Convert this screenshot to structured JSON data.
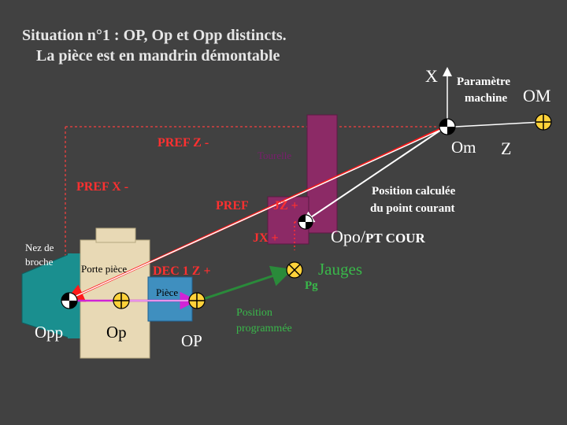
{
  "title": {
    "line1": "Situation n°1  : OP, Op et Opp distincts.",
    "line2": "La pièce est en mandrin démontable"
  },
  "labels": {
    "x_axis": "X",
    "z_axis": "Z",
    "parametre": "Paramètre",
    "machine": "machine",
    "om_big": "OM",
    "om_small": "Om",
    "pref_z": "PREF Z -",
    "pref_x": "PREF X -",
    "pref": "PREF",
    "tourelle": "Tourelle",
    "jz": "JZ +",
    "jx": "JX +",
    "position_calculee_1": "Position calculée",
    "position_calculee_2": "du point courant",
    "opo": "Opo/",
    "pt_cour": "PT COUR",
    "jauges": "Jauges",
    "pg": "Pg",
    "nez_1": "Nez de",
    "nez_2": "broche",
    "porte_piece": "Porte pièce",
    "dec": "DEC 1 Z +",
    "piece": "Pièce",
    "position_programmee_1": "Position",
    "position_programmee_2": "programmée",
    "opp": "Opp",
    "op": "Op",
    "OP": "OP"
  },
  "colors": {
    "background": "#414141",
    "pref_arrows": "#ff1a1a",
    "pref_lines": "#d94040",
    "tourelle": "#8c2a66",
    "gauge_line": "#2a8a3a",
    "dec_line": "#d024d6",
    "nose": "#1a8f8f",
    "part_holder": "#e8d9b5",
    "part": "#3f8fbf",
    "white_lines": "#ffffff"
  }
}
